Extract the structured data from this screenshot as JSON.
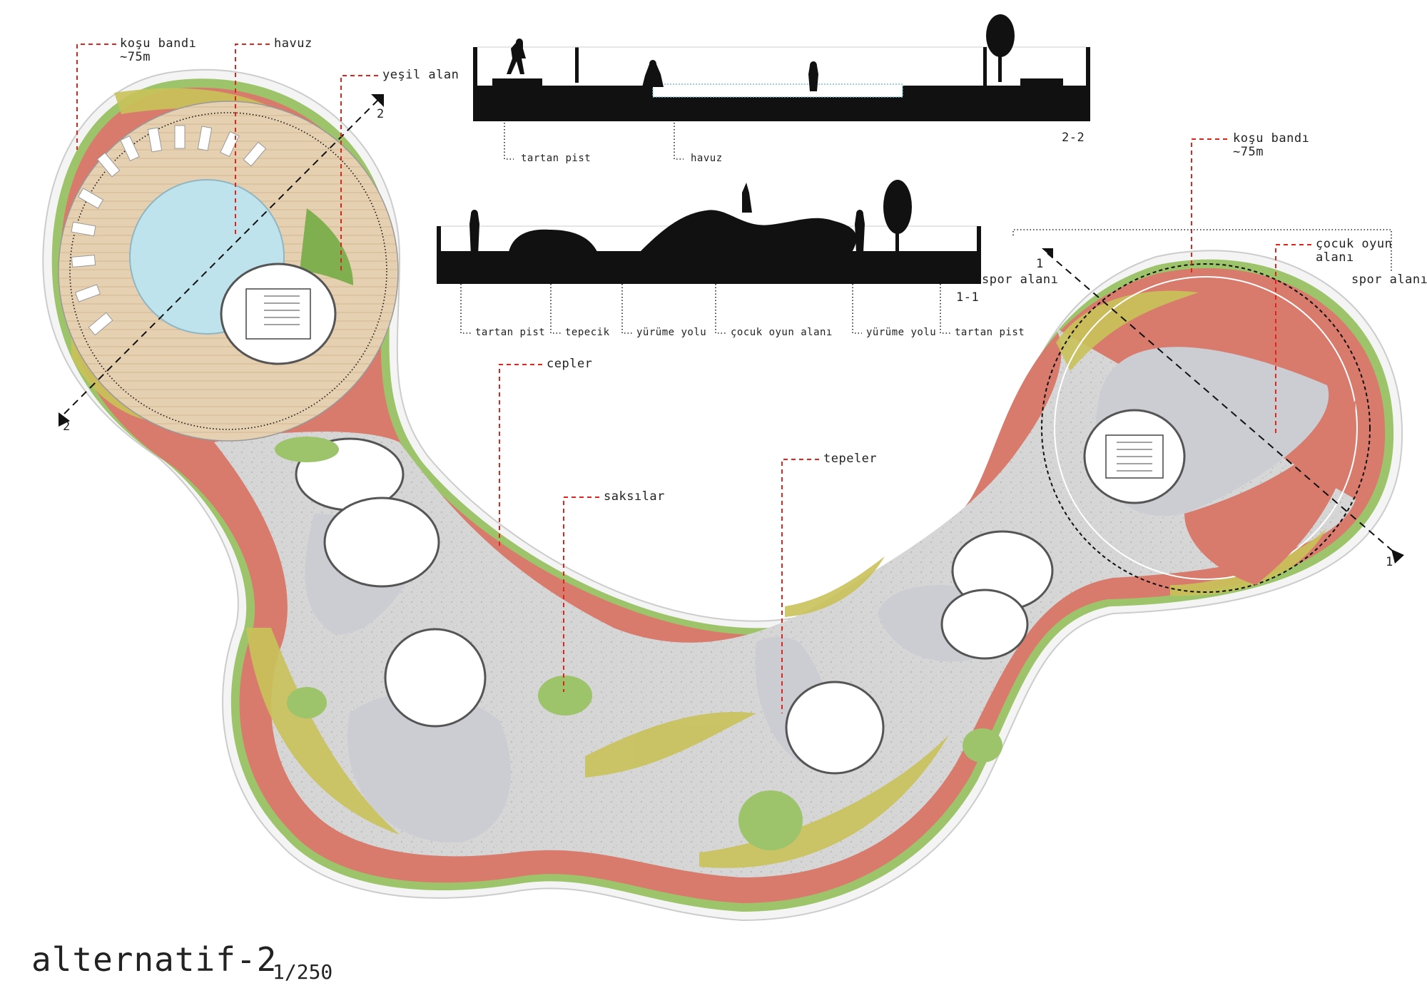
{
  "title": "alternatif-2",
  "scale": "1/250",
  "plan_labels": {
    "kosu_bandi_1": "koşu bandı",
    "kosu_bandi_1_len": "~75m",
    "havuz": "havuz",
    "yesil_alan": "yeşil alan",
    "kosu_bandi_2": "koşu bandı",
    "kosu_bandi_2_len": "~75m",
    "cocuk_oyun_1": "çocuk oyun",
    "cocuk_oyun_2": "alanı",
    "spor_alani_a": "spor alanı",
    "spor_alani_b": "spor alanı",
    "cepler": "cepler",
    "tepeler": "tepeler",
    "saksilar": "saksılar"
  },
  "section_markers": {
    "s2_top": "2",
    "s2_bottom": "2",
    "s1_top": "1",
    "s1_bottom": "1"
  },
  "section_2_2": {
    "name": "2-2",
    "labels": [
      "tartan pist",
      "havuz"
    ]
  },
  "section_1_1": {
    "name": "1-1",
    "labels": [
      "tartan pist",
      "tepecik",
      "yürüme yolu",
      "çocuk oyun alanı",
      "yürüme yolu",
      "tartan pist"
    ]
  },
  "colors": {
    "track": "#d87a6c",
    "grass": "#9dc46a",
    "yellow_band": "#c9c25a",
    "paving": "#d9d9d9",
    "pool": "#bfe3ec",
    "deck": "#e8d2b5",
    "leader": "#e0231b"
  }
}
